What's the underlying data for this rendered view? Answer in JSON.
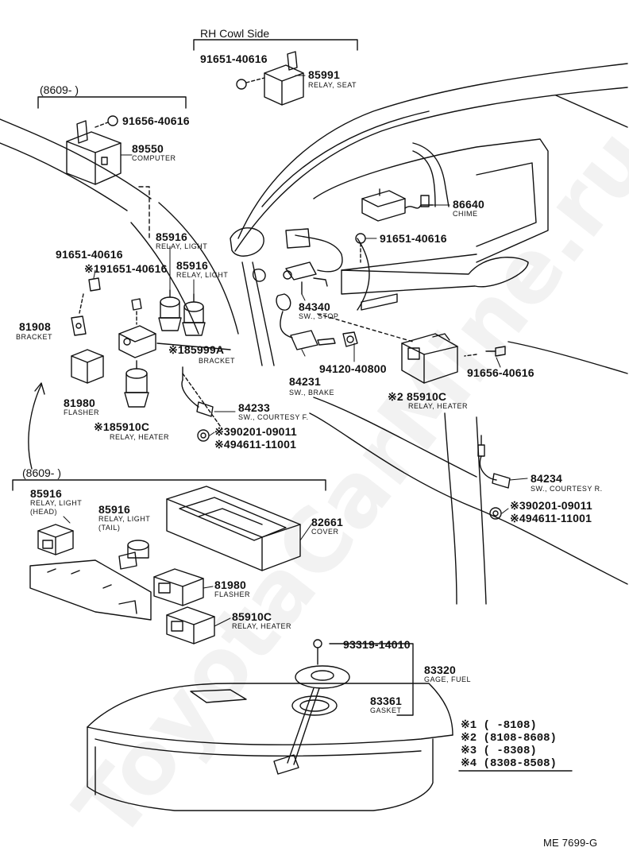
{
  "watermark": "ToyotaCarMine.ru",
  "frames": {
    "rh_cowl": "RH Cowl Side",
    "top_8609": "(8609-        )",
    "mid_8609": "(8609-        )"
  },
  "parts": {
    "p91651_rh": "91651-40616",
    "p85991": "85991",
    "p85991_name": "RELAY, SEAT",
    "p91656_top": "91656-40616",
    "p89550": "89550",
    "p89550_name": "COMPUTER",
    "p86640": "86640",
    "p86640_name": "CHIME",
    "p91651_chime": "91651-40616",
    "p91651_left": "91651-40616",
    "p91651_star1": "※191651-40616",
    "p85916_a": "85916",
    "p85916_a_name": "RELAY, LIGHT",
    "p85916_b": "85916",
    "p85916_b_name": "RELAY, LIGHT",
    "p81908": "81908",
    "p81908_name": "BRACKET",
    "p85999a": "※185999A",
    "p85999a_name": "BRACKET",
    "p84340": "84340",
    "p84340_name": "SW., STOP",
    "p84231": "84231",
    "p84231_name": "SW., BRAKE",
    "p94120": "94120-40800",
    "p91656_right": "91656-40616",
    "p85910c_r": "※2 85910C",
    "p85910c_r_name": "RELAY, HEATER",
    "p81980_l": "81980",
    "p81980_l_name": "FLASHER",
    "p85910c_l": "※185910C",
    "p85910c_l_name": "RELAY, HEATER",
    "p84233": "84233",
    "p84233_name": "SW., COURTESY F.",
    "p90201_l": "※390201-09011",
    "p94611_l": "※494611-11001",
    "p84234": "84234",
    "p84234_name": "SW., COURTESY R.",
    "p90201_r": "※390201-09011",
    "p94611_r": "※494611-11001",
    "p85916_head": "85916",
    "p85916_head_name1": "RELAY, LIGHT",
    "p85916_head_name2": "(HEAD)",
    "p85916_tail": "85916",
    "p85916_tail_name1": "RELAY, LIGHT",
    "p85916_tail_name2": "(TAIL)",
    "p82661": "82661",
    "p82661_name": "COVER",
    "p81980_m": "81980",
    "p81980_m_name": "FLASHER",
    "p85910c_m": "85910C",
    "p85910c_m_name": "RELAY, HEATER",
    "p93319": "93319-14010",
    "p83320": "83320",
    "p83320_name": "GAGE, FUEL",
    "p83361": "83361",
    "p83361_name": "GASKET"
  },
  "legend": [
    {
      "mark": "※1",
      "range": "(       -8108)"
    },
    {
      "mark": "※2",
      "range": "(8108-8608)"
    },
    {
      "mark": "※3",
      "range": "(       -8308)"
    },
    {
      "mark": "※4",
      "range": "(8308-8508)"
    }
  ],
  "figure_code": "ME 7699-G"
}
